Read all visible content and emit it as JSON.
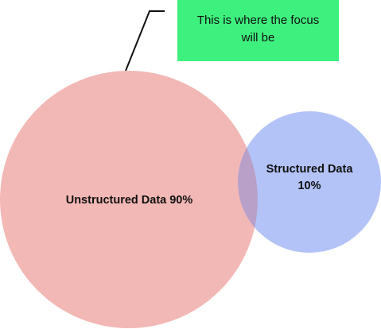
{
  "callout": {
    "text": "This is where the focus will be",
    "color": "#3ef07e"
  },
  "circles": {
    "unstructured": {
      "label": "Unstructured Data 90%",
      "color": "#f2b8b5"
    },
    "structured": {
      "label": "Structured Data 10%",
      "color": "#b3c3f7"
    },
    "overlap_color": "#b9a0c9"
  },
  "connector_color": "#111111"
}
